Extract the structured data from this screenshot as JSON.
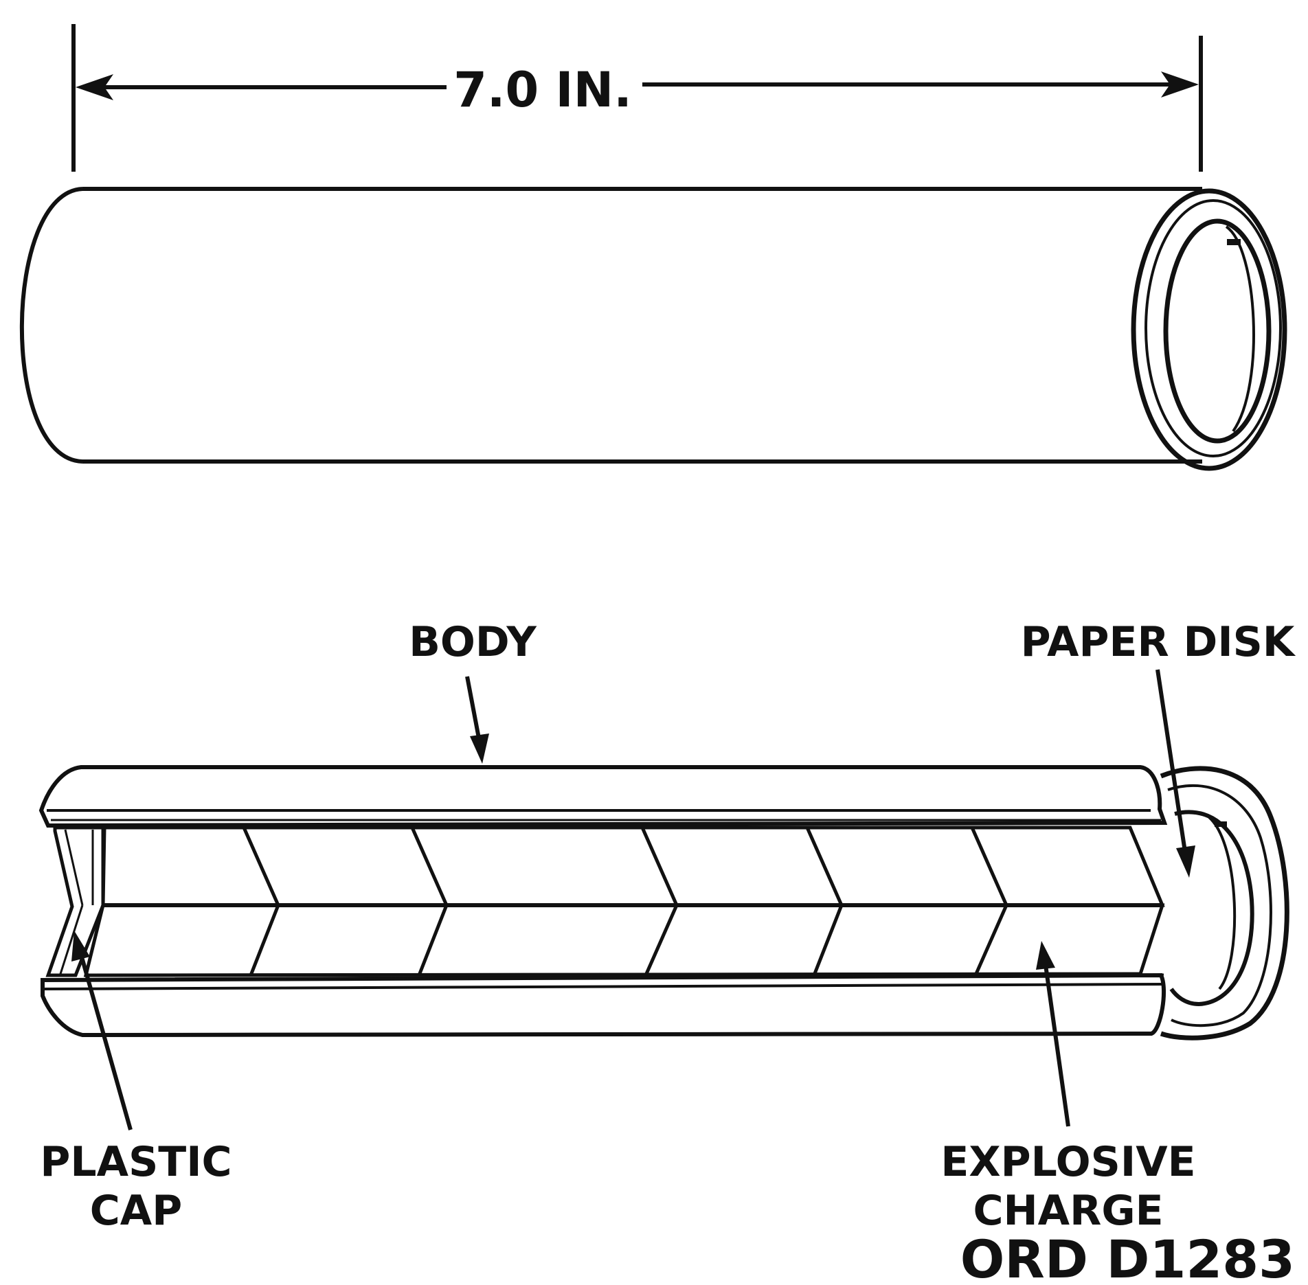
{
  "dimension": {
    "length_label": "7.0 IN."
  },
  "labels": {
    "body": "BODY",
    "paper_disk": "PAPER DISK",
    "plastic_cap_line1": "PLASTIC",
    "plastic_cap_line2": "CAP",
    "explosive_charge_line1": "EXPLOSIVE",
    "explosive_charge_line2": "CHARGE"
  },
  "figure_id": "ORD D1283",
  "colors": {
    "ink": "#111111",
    "paper": "#ffffff"
  }
}
